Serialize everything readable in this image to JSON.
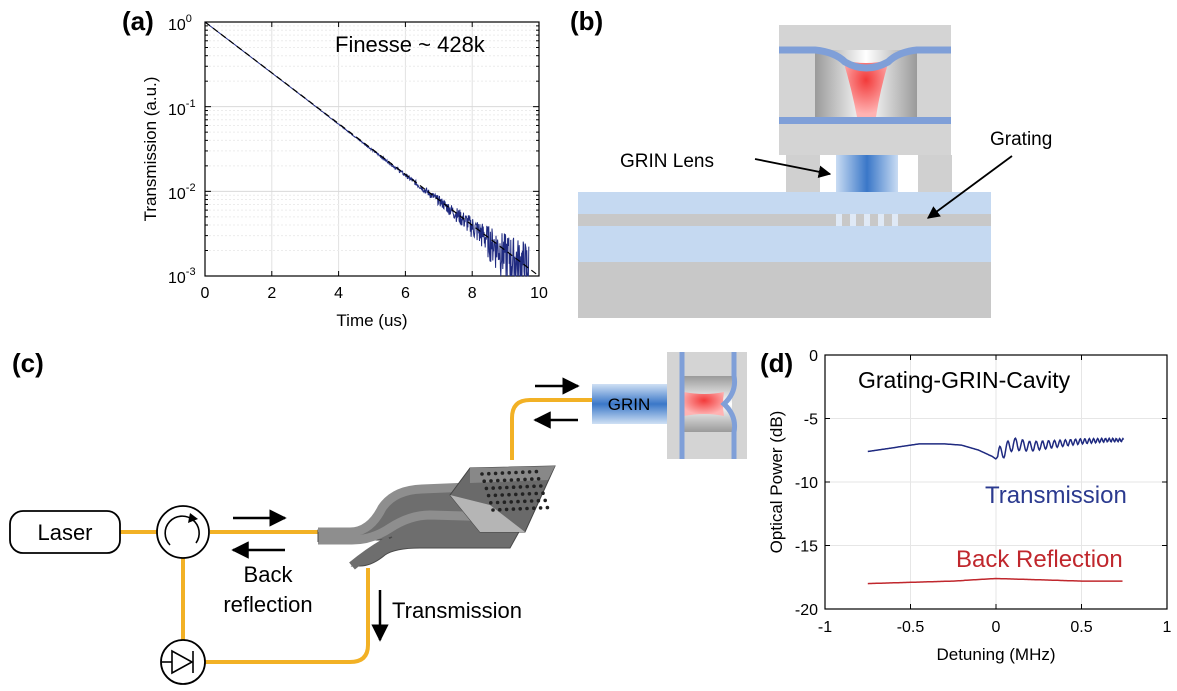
{
  "panels": {
    "a": {
      "label": "(a)",
      "annotation": "Finesse ~ 428k",
      "xlabel": "Time (us)",
      "ylabel": "Transmission (a.u.)",
      "xticks": [
        "0",
        "2",
        "4",
        "6",
        "8",
        "10"
      ],
      "yticks": [
        {
          "base": "10",
          "exp": "0"
        },
        {
          "base": "10",
          "exp": "-1"
        },
        {
          "base": "10",
          "exp": "-2"
        },
        {
          "base": "10",
          "exp": "-3"
        }
      ]
    },
    "b": {
      "label": "(b)",
      "grin_label": "GRIN Lens",
      "grating_label": "Grating"
    },
    "c": {
      "label": "(c)",
      "laser_label": "Laser",
      "grin_label": "GRIN",
      "back_label_1": "Back",
      "back_label_2": "reflection",
      "transmission_label": "Transmission"
    },
    "d": {
      "label": "(d)",
      "annotation": "Grating-GRIN-Cavity",
      "xlabel": "Detuning (MHz)",
      "ylabel": "Optical Power (dB)",
      "xticks": [
        "-1",
        "-0.5",
        "0",
        "0.5",
        "1"
      ],
      "yticks": [
        "0",
        "-5",
        "-10",
        "-15",
        "-20"
      ],
      "series_labels": [
        "Transmission",
        "Back Reflection"
      ]
    }
  },
  "colors": {
    "data_blue": "#1f2a80",
    "transmission_text": "#2b3a8f",
    "reflection": "#c0272d",
    "fiber": "#f2b125",
    "grin_blue": "#3f7fd0",
    "substrate_blue": "#c5d9f1",
    "grey": "#c8c8c8",
    "cavity_red": "#f04a4a"
  },
  "chart_data": [
    {
      "type": "line",
      "panel": "a",
      "xlabel": "Time (us)",
      "ylabel": "Transmission (a.u.)",
      "xlim": [
        0,
        10
      ],
      "ylim": [
        0.001,
        1
      ],
      "yscale": "log",
      "grid": true,
      "series": [
        {
          "style": "noisy",
          "x": [
            0,
            1,
            2,
            3,
            4,
            5,
            6,
            7,
            8,
            9,
            9.7
          ],
          "y": [
            1,
            0.5,
            0.25,
            0.125,
            0.062,
            0.031,
            0.0155,
            0.0078,
            0.0039,
            0.0019,
            0.0012
          ]
        },
        {
          "style": "fit-dashed",
          "x": [
            0,
            10
          ],
          "y": [
            1,
            0.001
          ]
        }
      ]
    },
    {
      "type": "line",
      "panel": "d",
      "xlabel": "Detuning (MHz)",
      "ylabel": "Optical Power (dB)",
      "xlim": [
        -1,
        1
      ],
      "ylim": [
        -20,
        0
      ],
      "grid": true,
      "series": [
        {
          "name": "Transmission",
          "x": [
            -0.75,
            -0.6,
            -0.45,
            -0.3,
            -0.2,
            -0.1,
            -0.02,
            0,
            0.02,
            0.1,
            0.2,
            0.35,
            0.5,
            0.65,
            0.75
          ],
          "y": [
            -7.6,
            -7.3,
            -7.0,
            -7.0,
            -7.1,
            -7.5,
            -8.0,
            -8.2,
            -7.8,
            -7.0,
            -7.2,
            -7.0,
            -6.8,
            -6.7,
            -6.7
          ]
        },
        {
          "name": "Back Reflection",
          "x": [
            -0.75,
            -0.5,
            -0.25,
            0,
            0.25,
            0.5,
            0.75
          ],
          "y": [
            -18.0,
            -17.9,
            -17.8,
            -17.6,
            -17.7,
            -17.8,
            -17.8
          ]
        }
      ]
    }
  ]
}
